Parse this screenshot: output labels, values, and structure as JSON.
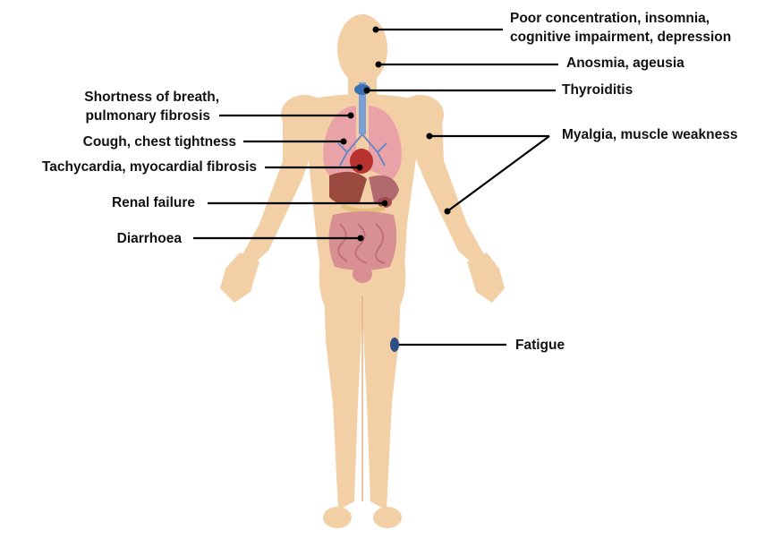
{
  "colors": {
    "skin": "#f3cfa6",
    "skin_shadow": "#e8bb8c",
    "lung": "#e9a3a8",
    "bronchi": "#6a86c4",
    "heart": "#b8322f",
    "liver": "#9a4a3e",
    "intestine": "#d99093",
    "thyroid": "#3c6fb0",
    "clot": "#2d4f86",
    "line": "#000000"
  },
  "labels": {
    "head": [
      "Poor concentration, insomnia,",
      "cognitive impairment, depression"
    ],
    "nose": "Anosmia, ageusia",
    "thyroid": "Thyroiditis",
    "arm": "Myalgia, muscle weakness",
    "leg": "Fatigue",
    "lung": [
      "Shortness of breath,",
      "pulmonary fibrosis"
    ],
    "chest": "Cough, chest tightness",
    "heart": "Tachycardia, myocardial fibrosis",
    "kidney": "Renal failure",
    "gut": "Diarrhoea"
  }
}
